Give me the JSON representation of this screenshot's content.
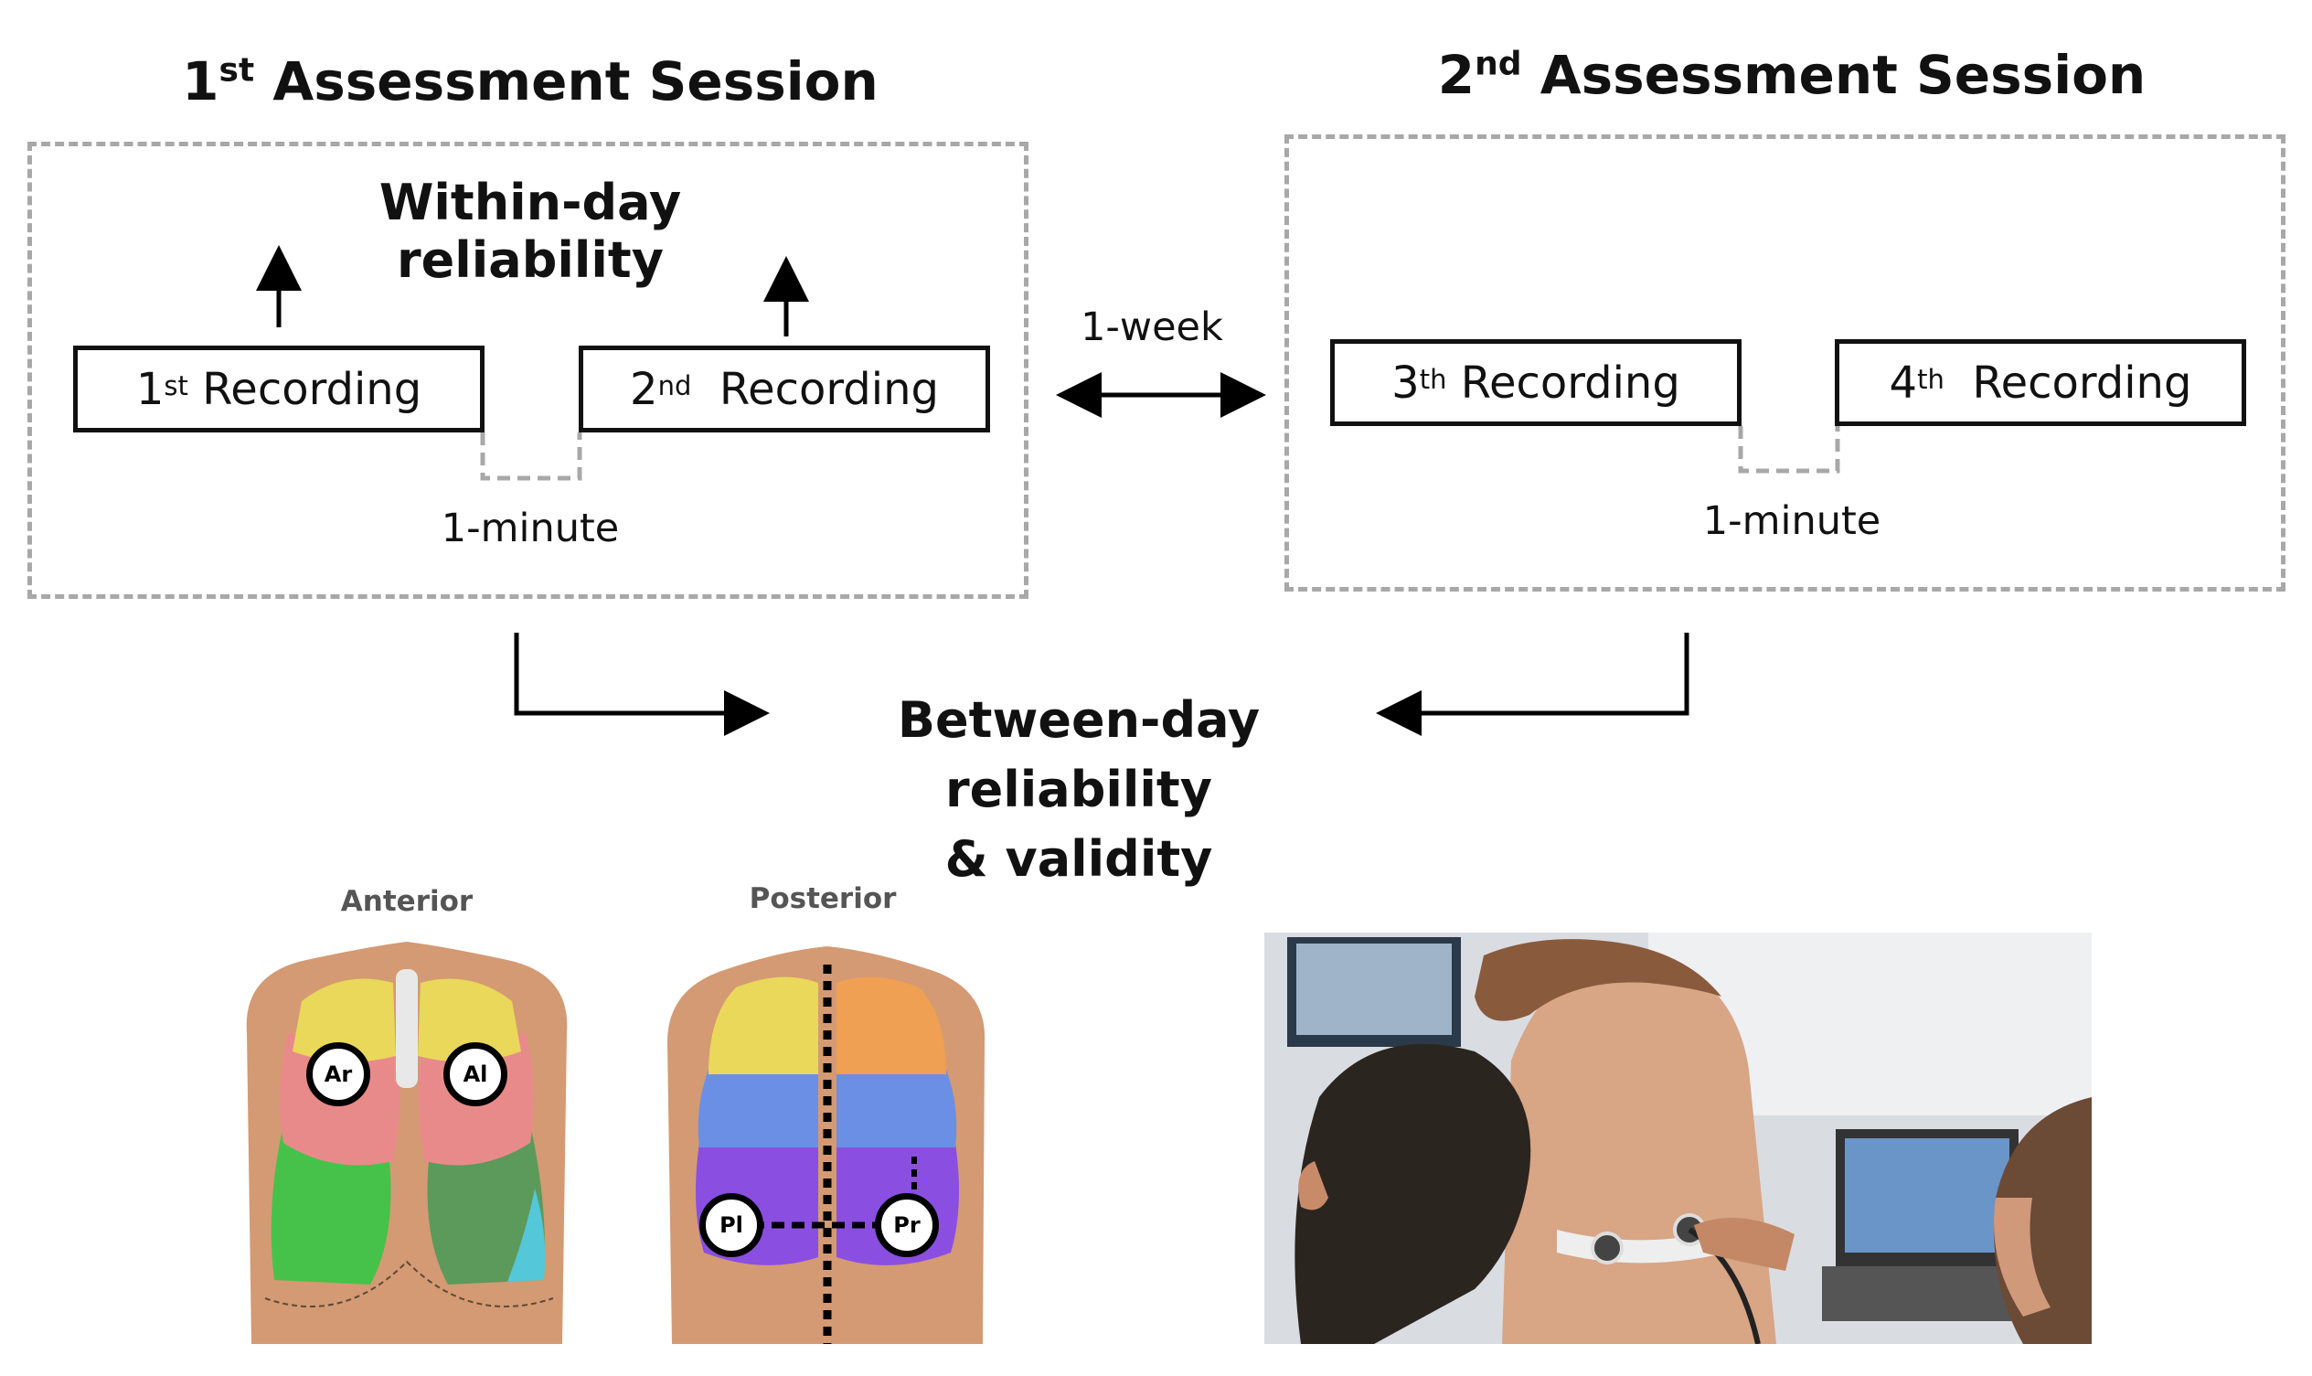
{
  "session1": {
    "title_prefix": "1",
    "title_sup": "st",
    "title_rest": " Assessment Session",
    "within_day": "Within-day reliability",
    "rec1": {
      "num": "1",
      "sup": "st",
      "label": " Recording"
    },
    "rec2": {
      "num": "2",
      "sup": "nd",
      "label": "  Recording"
    },
    "interval": "1-minute"
  },
  "session2": {
    "title_prefix": "2",
    "title_sup": "nd",
    "title_rest": " Assessment Session",
    "rec3": {
      "num": "3",
      "sup": "th",
      "label": " Recording"
    },
    "rec4": {
      "num": "4",
      "sup": "th",
      "label": "  Recording"
    },
    "interval": "1-minute"
  },
  "between_interval": "1-week",
  "between_day": {
    "line1": "Between-day reliability",
    "line2": "& validity"
  },
  "anatomy": {
    "anterior_label": "Anterior",
    "posterior_label": "Posterior",
    "markers": {
      "ar": "Ar",
      "al": "Al",
      "pl": "Pl",
      "pr": "Pr"
    }
  },
  "colors": {
    "session_border": "#a8a8a8",
    "skin": "#d49a73",
    "lung_yellow": "#e9d85a",
    "lung_pink": "#e98a8a",
    "lung_green": "#46c24a",
    "lung_blue": "#6c8fe6",
    "lung_purple": "#8a4fe0",
    "lung_orange": "#f0a052",
    "lung_cyan": "#54c7d8"
  }
}
